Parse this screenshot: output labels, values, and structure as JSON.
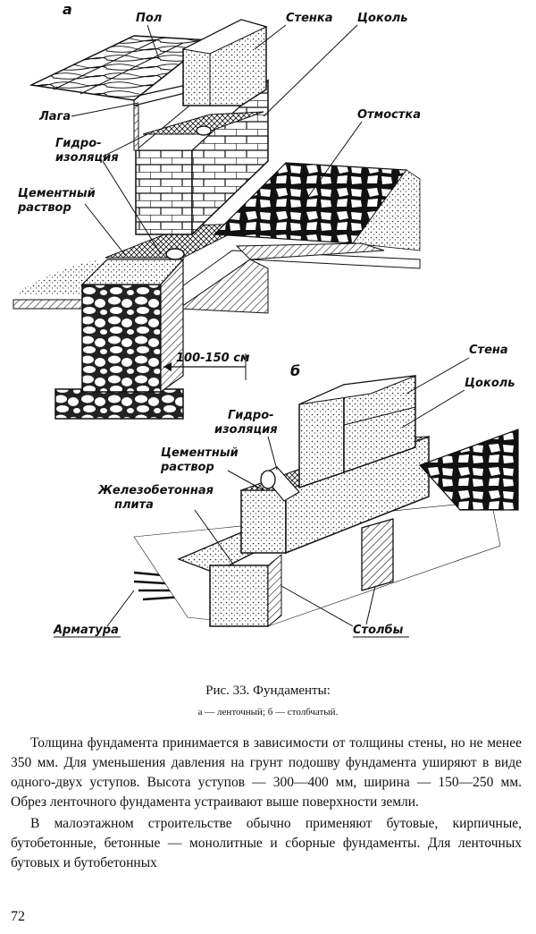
{
  "figure": {
    "part_a_letter": "а",
    "part_b_letter": "б",
    "labels_a": {
      "floor": "Пол",
      "wall": "Стенка",
      "plinth": "Цоколь",
      "joist": "Лага",
      "waterproofing_1": "Гидро-",
      "waterproofing_2": "изоляция",
      "cement_mortar_1": "Цементный",
      "cement_mortar_2": "раствор",
      "blind_area": "Отмостка",
      "dimension": "100-150 см"
    },
    "labels_b": {
      "wall": "Стена",
      "plinth": "Цоколь",
      "waterproofing_1": "Гидро-",
      "waterproofing_2": "изоляция",
      "cement_mortar_1": "Цементный",
      "cement_mortar_2": "раствор",
      "rc_slab_1": "Железобетонная",
      "rc_slab_2": "плита",
      "rebar": "Арматура",
      "pillars": "Столбы"
    }
  },
  "caption": {
    "title": "Рис. 33. Фундаменты:",
    "subtitle": "а — ленточный; б — столбчатый."
  },
  "body": {
    "paragraph1": "Толщина фундамента принимается в зависимости от толщины стены, но не менее 350 мм. Для уменьшения давления на грунт подошву фундамента уширяют в виде одного-двух уступов. Высота уступов — 300—400 мм, ширина — 150—250 мм. Обрез ленточного фундамента устраивают выше поверхности земли.",
    "paragraph2": "В малоэтажном строительстве обычно применяют бутовые, кирпичные, бутобетонные, бетонные — монолитные и сборные фундаменты. Для ленточных бутовых и бутобетонных"
  },
  "page_number": "72"
}
